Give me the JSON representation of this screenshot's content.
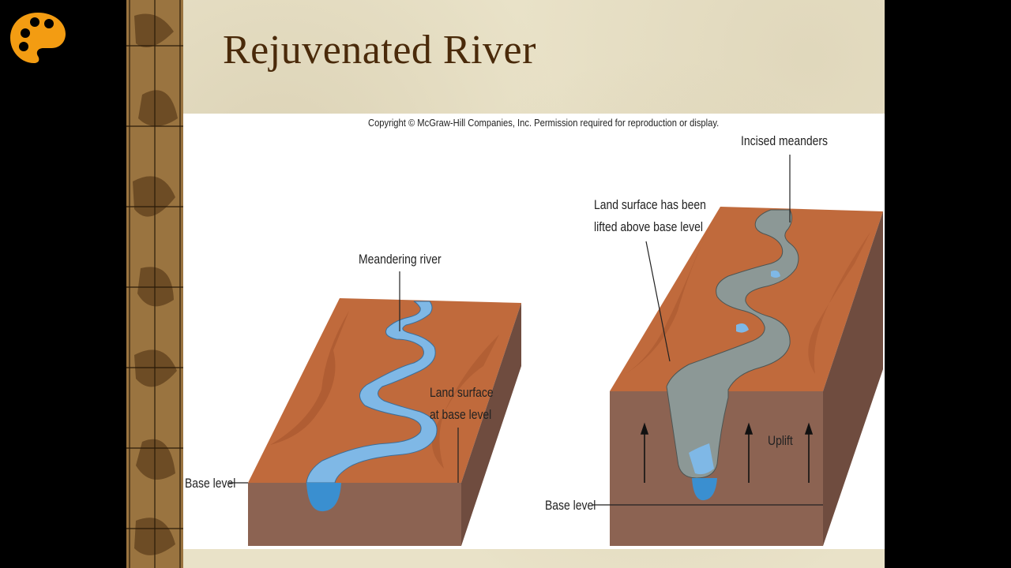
{
  "app": {
    "icon": "palette-icon"
  },
  "slide": {
    "title": "Rejuvenated River",
    "figure": {
      "copyright": "Copyright © McGraw-Hill Companies, Inc. Permission required for reproduction or display.",
      "left_block": {
        "river_label": "Meandering river",
        "surface_label_line1": "Land surface",
        "surface_label_line2": "at base level",
        "base_label": "Base level"
      },
      "right_block": {
        "incised_label": "Incised meanders",
        "lifted_label_line1": "Land surface has been",
        "lifted_label_line2": "lifted above base level",
        "uplift_label": "Uplift",
        "base_label": "Base level"
      }
    }
  },
  "colors": {
    "title": "#4a2a0a",
    "slide_bg": "#e9e2c8",
    "land_top": "#c06a3c",
    "land_side": "#8c6352",
    "water": "#7fb8e6",
    "water_deep": "#3a8fd0",
    "incised_wall": "#8c9896"
  }
}
